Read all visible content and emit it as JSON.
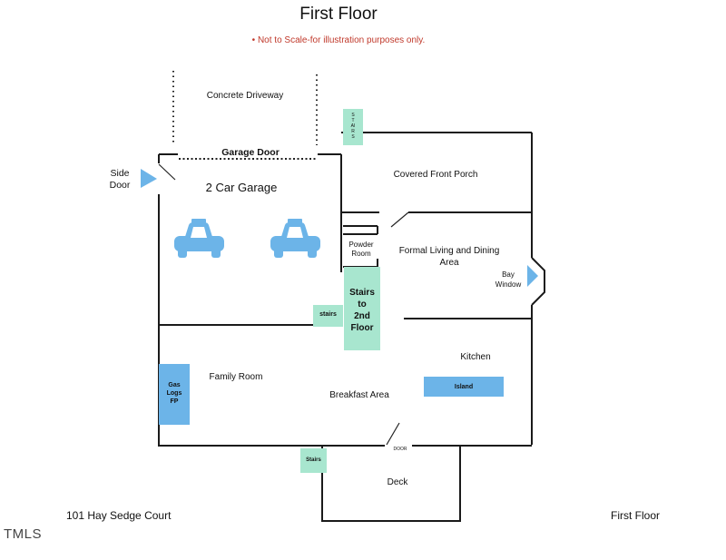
{
  "title": "First Floor",
  "note": "Not to Scale-for illustration purposes only.",
  "colors": {
    "wall": "#1a1a1a",
    "stairs": "#a8e6cf",
    "blue": "#6cb4e8",
    "note_red": "#c0392b"
  },
  "labels": {
    "concrete_driveway": "Concrete Driveway",
    "garage_door": "Garage Door",
    "side_door": "Side\nDoor",
    "two_car_garage": "2 Car Garage",
    "covered_front_porch": "Covered Front Porch",
    "stairs_vertical": "STAIRS",
    "powder_room": "Powder\nRoom",
    "formal_living": "Formal Living and Dining\nArea",
    "bay_window": "Bay\nWindow",
    "stairs_2nd": "Stairs\nto\n2nd\nFloor",
    "stairs_small": "stairs",
    "kitchen": "Kitchen",
    "family_room": "Family Room",
    "breakfast_area": "Breakfast Area",
    "island": "Island",
    "gas_logs": "Gas\nLogs\nFP",
    "door": "DOOR",
    "deck_stairs": "Stairs",
    "deck": "Deck"
  },
  "footer": {
    "address": "101 Hay Sedge Court",
    "floor": "First Floor",
    "brand": "TMLS"
  }
}
